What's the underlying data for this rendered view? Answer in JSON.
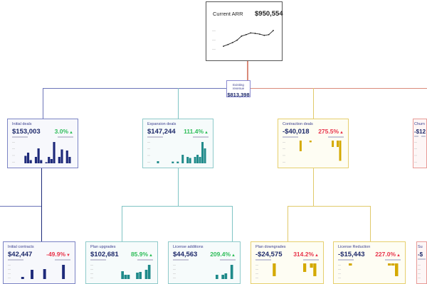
{
  "top": {
    "title": "Current ARR",
    "value": "$950,554",
    "line": [
      0.35,
      0.42,
      0.5,
      0.6,
      0.77,
      0.83,
      0.9,
      0.88,
      0.85,
      0.8,
      0.83,
      1.0
    ]
  },
  "root": {
    "title": "Existing revenue",
    "value": "$813,398"
  },
  "colors": {
    "blue": "#1e2a7a",
    "teal": "#1f8a8a",
    "gold": "#d4a900",
    "red": "#e8334a",
    "green": "#2ebd59",
    "line_blue": "#6b74b8",
    "line_red": "#d98a7a"
  },
  "level2": [
    {
      "title": "Initial deals",
      "value": "$153,003",
      "change": "3.0%",
      "dir": "up",
      "good": true,
      "theme": "blue",
      "bars": [
        0,
        0,
        0.35,
        0.5,
        0.15,
        0,
        0.3,
        0.7,
        0.15,
        0,
        0.05,
        0.3,
        0.2,
        1.0,
        0,
        0.3,
        0.65,
        0,
        0.6,
        0.3
      ]
    },
    {
      "title": "Expansion deals",
      "value": "$147,244",
      "change": "111.4%",
      "dir": "up",
      "good": true,
      "theme": "teal",
      "bars": [
        0,
        0.1,
        0,
        0,
        0,
        0,
        0,
        0.08,
        0,
        0.08,
        0,
        0.4,
        0,
        0.3,
        0.25,
        0,
        0.3,
        0.4,
        0.3,
        1.0,
        0.7
      ]
    },
    {
      "title": "Contraction deals",
      "value": "-$40,018",
      "change": "275.5%",
      "dir": "up",
      "good": false,
      "theme": "gold",
      "neg": true,
      "bars": [
        0,
        0,
        0,
        0,
        0.5,
        0,
        0,
        0,
        0.08,
        0,
        0,
        0,
        0,
        0,
        0,
        0,
        0,
        0.3,
        0,
        0.3,
        0.95
      ]
    },
    {
      "title": "Churn",
      "value": "-$12",
      "change": "",
      "dir": "up",
      "good": false,
      "theme": "red",
      "bars": []
    }
  ],
  "level3": [
    {
      "title": "Initial contracts",
      "value": "$42,447",
      "change": "-49.9%",
      "dir": "down",
      "good": false,
      "theme": "blue",
      "bars": [
        0,
        0,
        0.15,
        0,
        0,
        0.65,
        0,
        0,
        0,
        0.7,
        0,
        0,
        0,
        0,
        0,
        1.0,
        0
      ]
    },
    {
      "title": "Plan upgrades",
      "value": "$102,681",
      "change": "85.9%",
      "dir": "up",
      "good": true,
      "theme": "teal",
      "bars": [
        0,
        0,
        0,
        0,
        0,
        0,
        0,
        0,
        0.55,
        0.3,
        0.3,
        0,
        0,
        0.45,
        0.5,
        0,
        0.65,
        1.0
      ]
    },
    {
      "title": "License additions",
      "value": "$44,563",
      "change": "209.4%",
      "dir": "up",
      "good": true,
      "theme": "teal",
      "bars": [
        0,
        0,
        0,
        0,
        0,
        0,
        0,
        0,
        0,
        0,
        0,
        0,
        0.3,
        0,
        0.3,
        0.4,
        0,
        1.0
      ]
    },
    {
      "title": "Plan downgrades",
      "value": "-$24,575",
      "change": "314.2%",
      "dir": "up",
      "good": false,
      "theme": "gold",
      "neg": true,
      "bars": [
        0,
        0,
        0,
        0.9,
        0,
        0,
        0,
        0,
        0,
        0,
        0,
        0,
        0.6,
        0,
        0.3,
        0.9
      ]
    },
    {
      "title": "License Reduction",
      "value": "-$15,443",
      "change": "227.0%",
      "dir": "up",
      "good": false,
      "theme": "gold",
      "neg": true,
      "bars": [
        0,
        0.15,
        0,
        0,
        0,
        0,
        0,
        0,
        0,
        0,
        0,
        0,
        0.15,
        0.15,
        0.9
      ]
    },
    {
      "title": "Su",
      "value": "-$",
      "change": "",
      "dir": "up",
      "good": false,
      "theme": "red",
      "bars": []
    }
  ]
}
